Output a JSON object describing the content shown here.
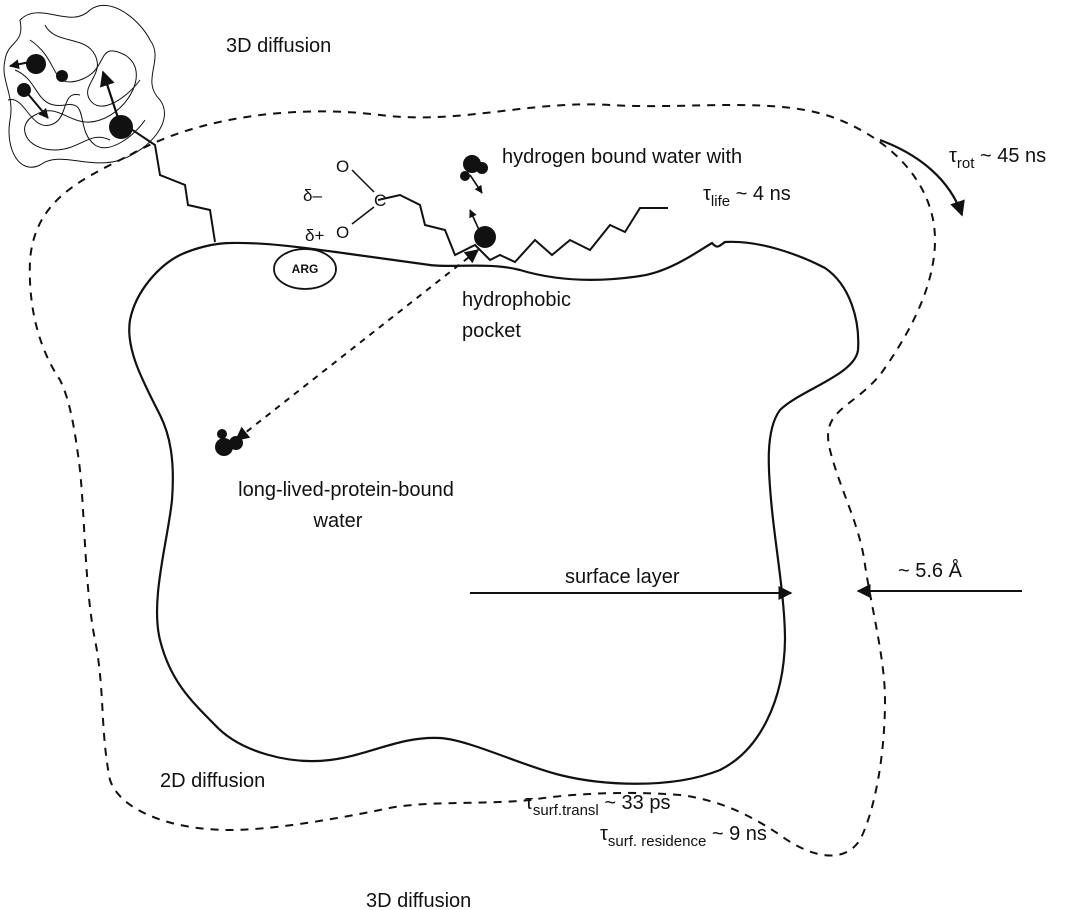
{
  "labels": {
    "diffusion_3d_top": "3D diffusion",
    "diffusion_3d_bottom": "3D diffusion",
    "diffusion_2d": "2D diffusion",
    "hydrogen_bound_water": "hydrogen bound water with",
    "tau_life_symbol": "τ",
    "tau_life_sub": "life",
    "tau_life_value": " ~ 4 ns",
    "tau_rot_symbol": "τ",
    "tau_rot_sub": "rot",
    "tau_rot_value": " ~ 45 ns",
    "hydrophobic_line1": "hydrophobic",
    "hydrophobic_line2": "pocket",
    "long_lived_line1": "long-lived-protein-bound",
    "long_lived_line2": "water",
    "surface_layer": "surface layer",
    "distance": "~ 5.6 Å",
    "tau_transl_symbol": "τ",
    "tau_transl_sub": "surf.transl",
    "tau_transl_value": " ~ 33 ps",
    "tau_res_symbol": "τ",
    "tau_res_sub": "surf. residence",
    "tau_res_value": " ~ 9 ns",
    "arg": "ARG",
    "atom_o_top": "O",
    "atom_c": "C",
    "atom_o_bottom": "O",
    "delta_minus": "δ–",
    "delta_plus": "δ+"
  },
  "colors": {
    "ink": "#111111",
    "background": "#ffffff"
  }
}
